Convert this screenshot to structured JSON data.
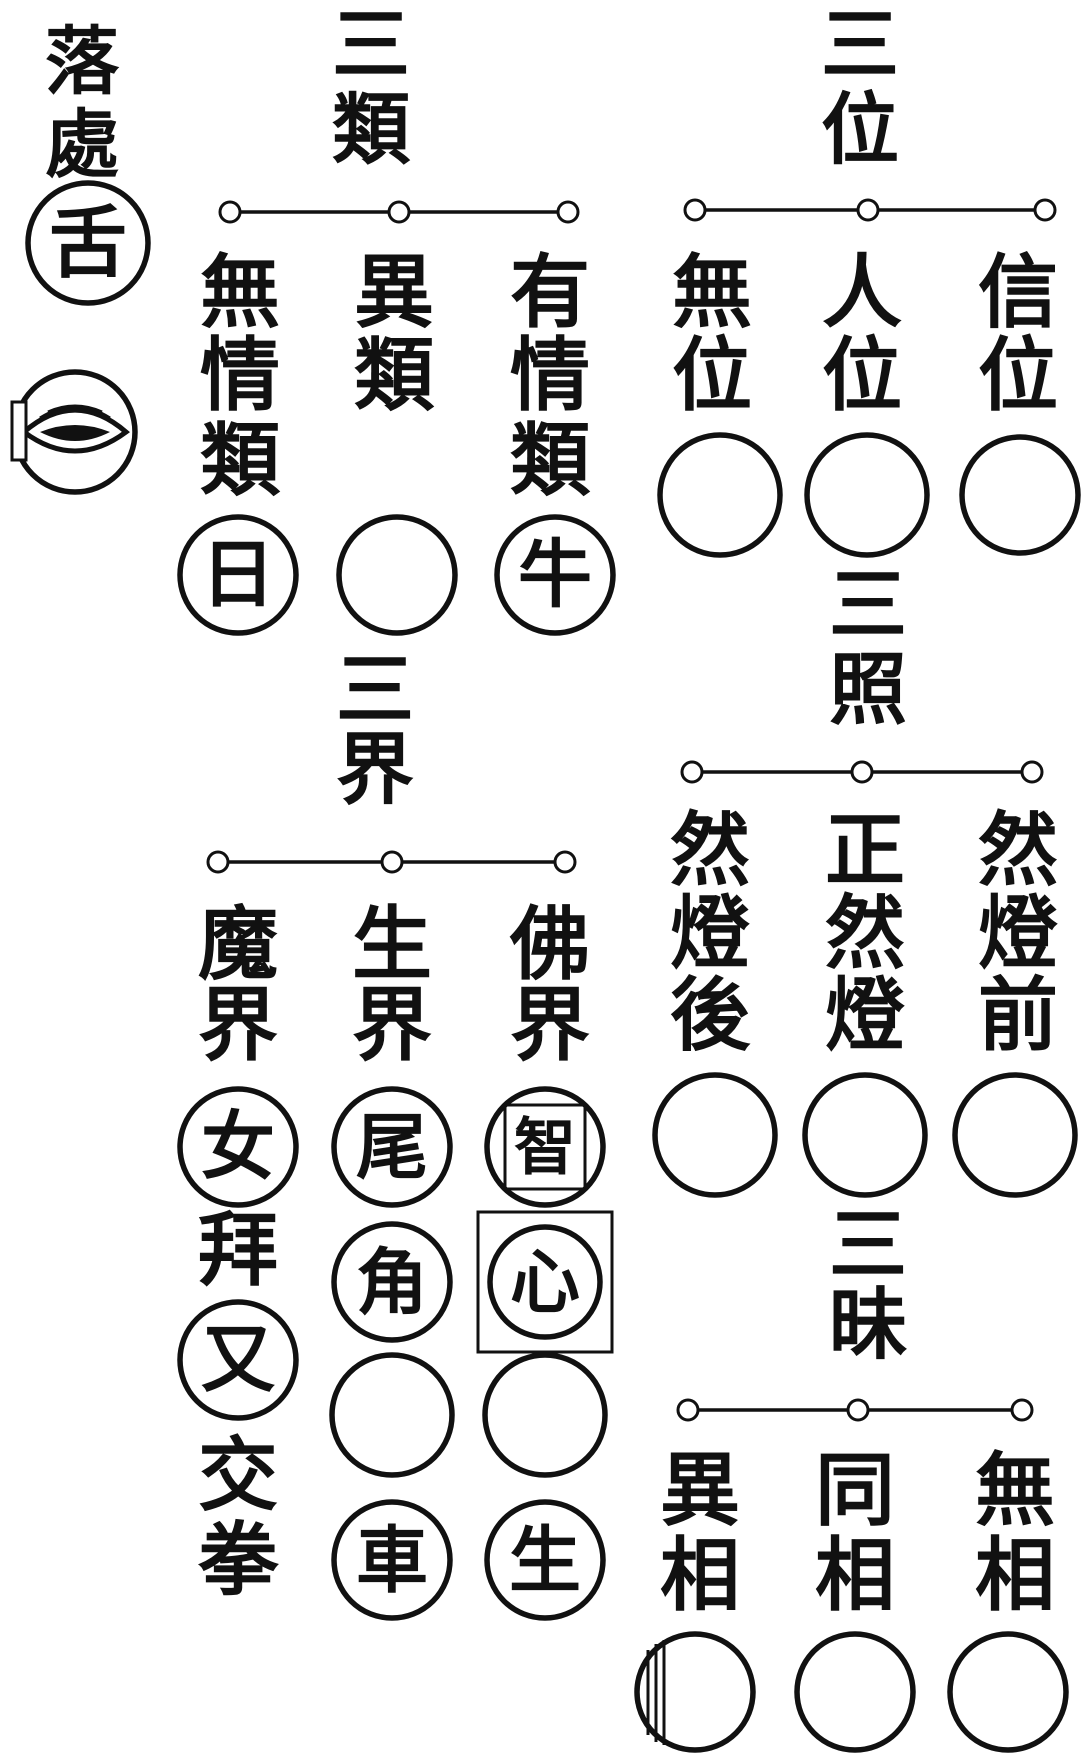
{
  "title": {
    "chars": [
      "落",
      "處"
    ]
  },
  "tongue_circle": "舌",
  "eye_symbol": "eye-icon",
  "sections": {
    "three_classes": {
      "heading": [
        "三",
        "類"
      ],
      "items": [
        {
          "label": [
            "無",
            "情",
            "類"
          ],
          "circles": [
            "日"
          ]
        },
        {
          "label": [
            "異",
            "類"
          ],
          "circles": [
            ""
          ]
        },
        {
          "label": [
            "有",
            "情",
            "類"
          ],
          "circles": [
            "牛"
          ]
        }
      ]
    },
    "three_positions": {
      "heading": [
        "三",
        "位"
      ],
      "items": [
        {
          "label": [
            "無",
            "位"
          ],
          "circles": [
            ""
          ]
        },
        {
          "label": [
            "人",
            "位"
          ],
          "circles": [
            ""
          ]
        },
        {
          "label": [
            "信",
            "位"
          ],
          "circles": [
            ""
          ]
        }
      ]
    },
    "three_realms": {
      "heading": [
        "三",
        "界"
      ],
      "items": [
        {
          "label": [
            "魔",
            "界"
          ],
          "circles": [
            "女",
            "又"
          ],
          "between": [
            "拜"
          ],
          "after": [
            "交",
            "拳"
          ]
        },
        {
          "label": [
            "生",
            "界"
          ],
          "circles": [
            "尾",
            "角",
            "",
            "車"
          ]
        },
        {
          "label": [
            "佛",
            "界"
          ],
          "circles": [
            "智",
            "心",
            "",
            "生"
          ]
        }
      ]
    },
    "three_illuminations": {
      "heading": [
        "三",
        "照"
      ],
      "items": [
        {
          "label": [
            "然",
            "燈",
            "後"
          ],
          "circles": [
            ""
          ]
        },
        {
          "label": [
            "正",
            "然",
            "燈"
          ],
          "circles": [
            ""
          ]
        },
        {
          "label": [
            "然",
            "燈",
            "前"
          ],
          "circles": [
            ""
          ]
        }
      ]
    },
    "three_samadhi": {
      "heading": [
        "三",
        "昧"
      ],
      "items": [
        {
          "label": [
            "異",
            "相"
          ],
          "circles": [
            ""
          ]
        },
        {
          "label": [
            "同",
            "相"
          ],
          "circles": [
            ""
          ]
        },
        {
          "label": [
            "無",
            "相"
          ],
          "circles": [
            ""
          ]
        }
      ]
    }
  }
}
